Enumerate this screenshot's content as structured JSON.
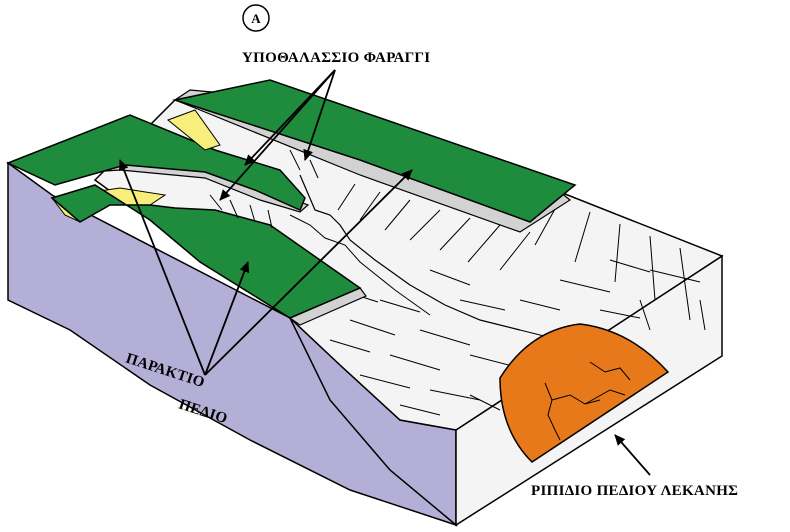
{
  "panel_label": "A",
  "labels": {
    "submarine_canyon": "ΥΠΟΘΑΛΑΣΣΙΟ ΦΑΡΑΓΓΙ",
    "coastal_plain_line1": "ΠΑΡΑΚΤΙΟ ΠΕΔΙΟ",
    "coastal_plain_line2": "ΠΑΡΑΚΤΙΟ ΠΕΔΙΟ",
    "basin_fan": "ΡΙΠΙΔΙΟ ΠΕΔΙΟΥ ΛΕΚΑΝΗΣ"
  },
  "colors": {
    "land": "#1e8c3c",
    "side": "#b4afd6",
    "slope": "#f4f4f4",
    "shelf_edge": "#d2d2d2",
    "beach": "#f7ee7c",
    "fan": "#e8791a",
    "outline": "#000000"
  }
}
